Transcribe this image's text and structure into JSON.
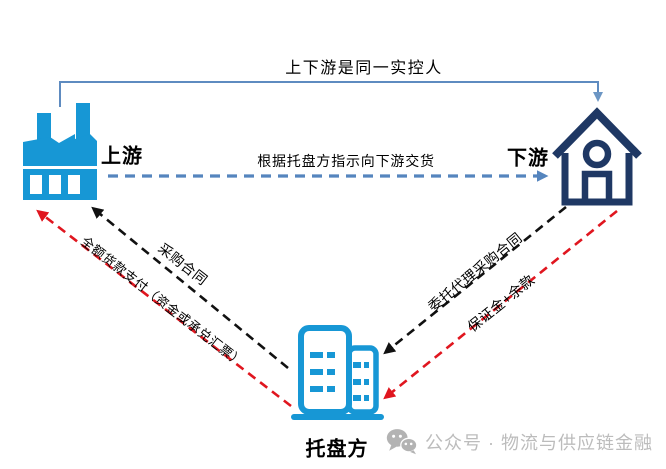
{
  "diagram": {
    "nodes": {
      "upstream": {
        "label": "上游",
        "icon": "factory-icon",
        "color": "#1797D5"
      },
      "downstream": {
        "label": "下游",
        "icon": "house-icon",
        "color": "#1F3864"
      },
      "trustee": {
        "label": "托盘方",
        "icon": "building-icon",
        "color": "#1797D5"
      }
    },
    "flows": {
      "same_controller": {
        "label": "上下游是同一实控人",
        "from": "上游",
        "to": "下游",
        "style": "solid",
        "color": "#5E8BC0"
      },
      "delivery": {
        "label": "根据托盘方指示向下游交货",
        "from": "上游",
        "to": "下游",
        "style": "dashed",
        "color": "#5585BE"
      },
      "purchase_contract": {
        "label": "采购合同",
        "from": "托盘方",
        "to": "上游",
        "style": "dashed",
        "color": "#111111"
      },
      "full_payment": {
        "label": "全额货款支付（资金或承兑汇票）",
        "from": "托盘方",
        "to": "上游",
        "style": "dashed",
        "color": "#E0161F"
      },
      "agency_contract": {
        "label": "委托代理采购合同",
        "from": "下游",
        "to": "托盘方",
        "style": "dashed",
        "color": "#111111"
      },
      "deposit_balance": {
        "label": "保证金+余款",
        "from": "下游",
        "to": "托盘方",
        "style": "dashed",
        "color": "#E0161F"
      }
    }
  },
  "watermark": {
    "label": "公众号 · 物流与供应链金融",
    "icon": "wechat-icon",
    "color": "#BCBCBC"
  }
}
